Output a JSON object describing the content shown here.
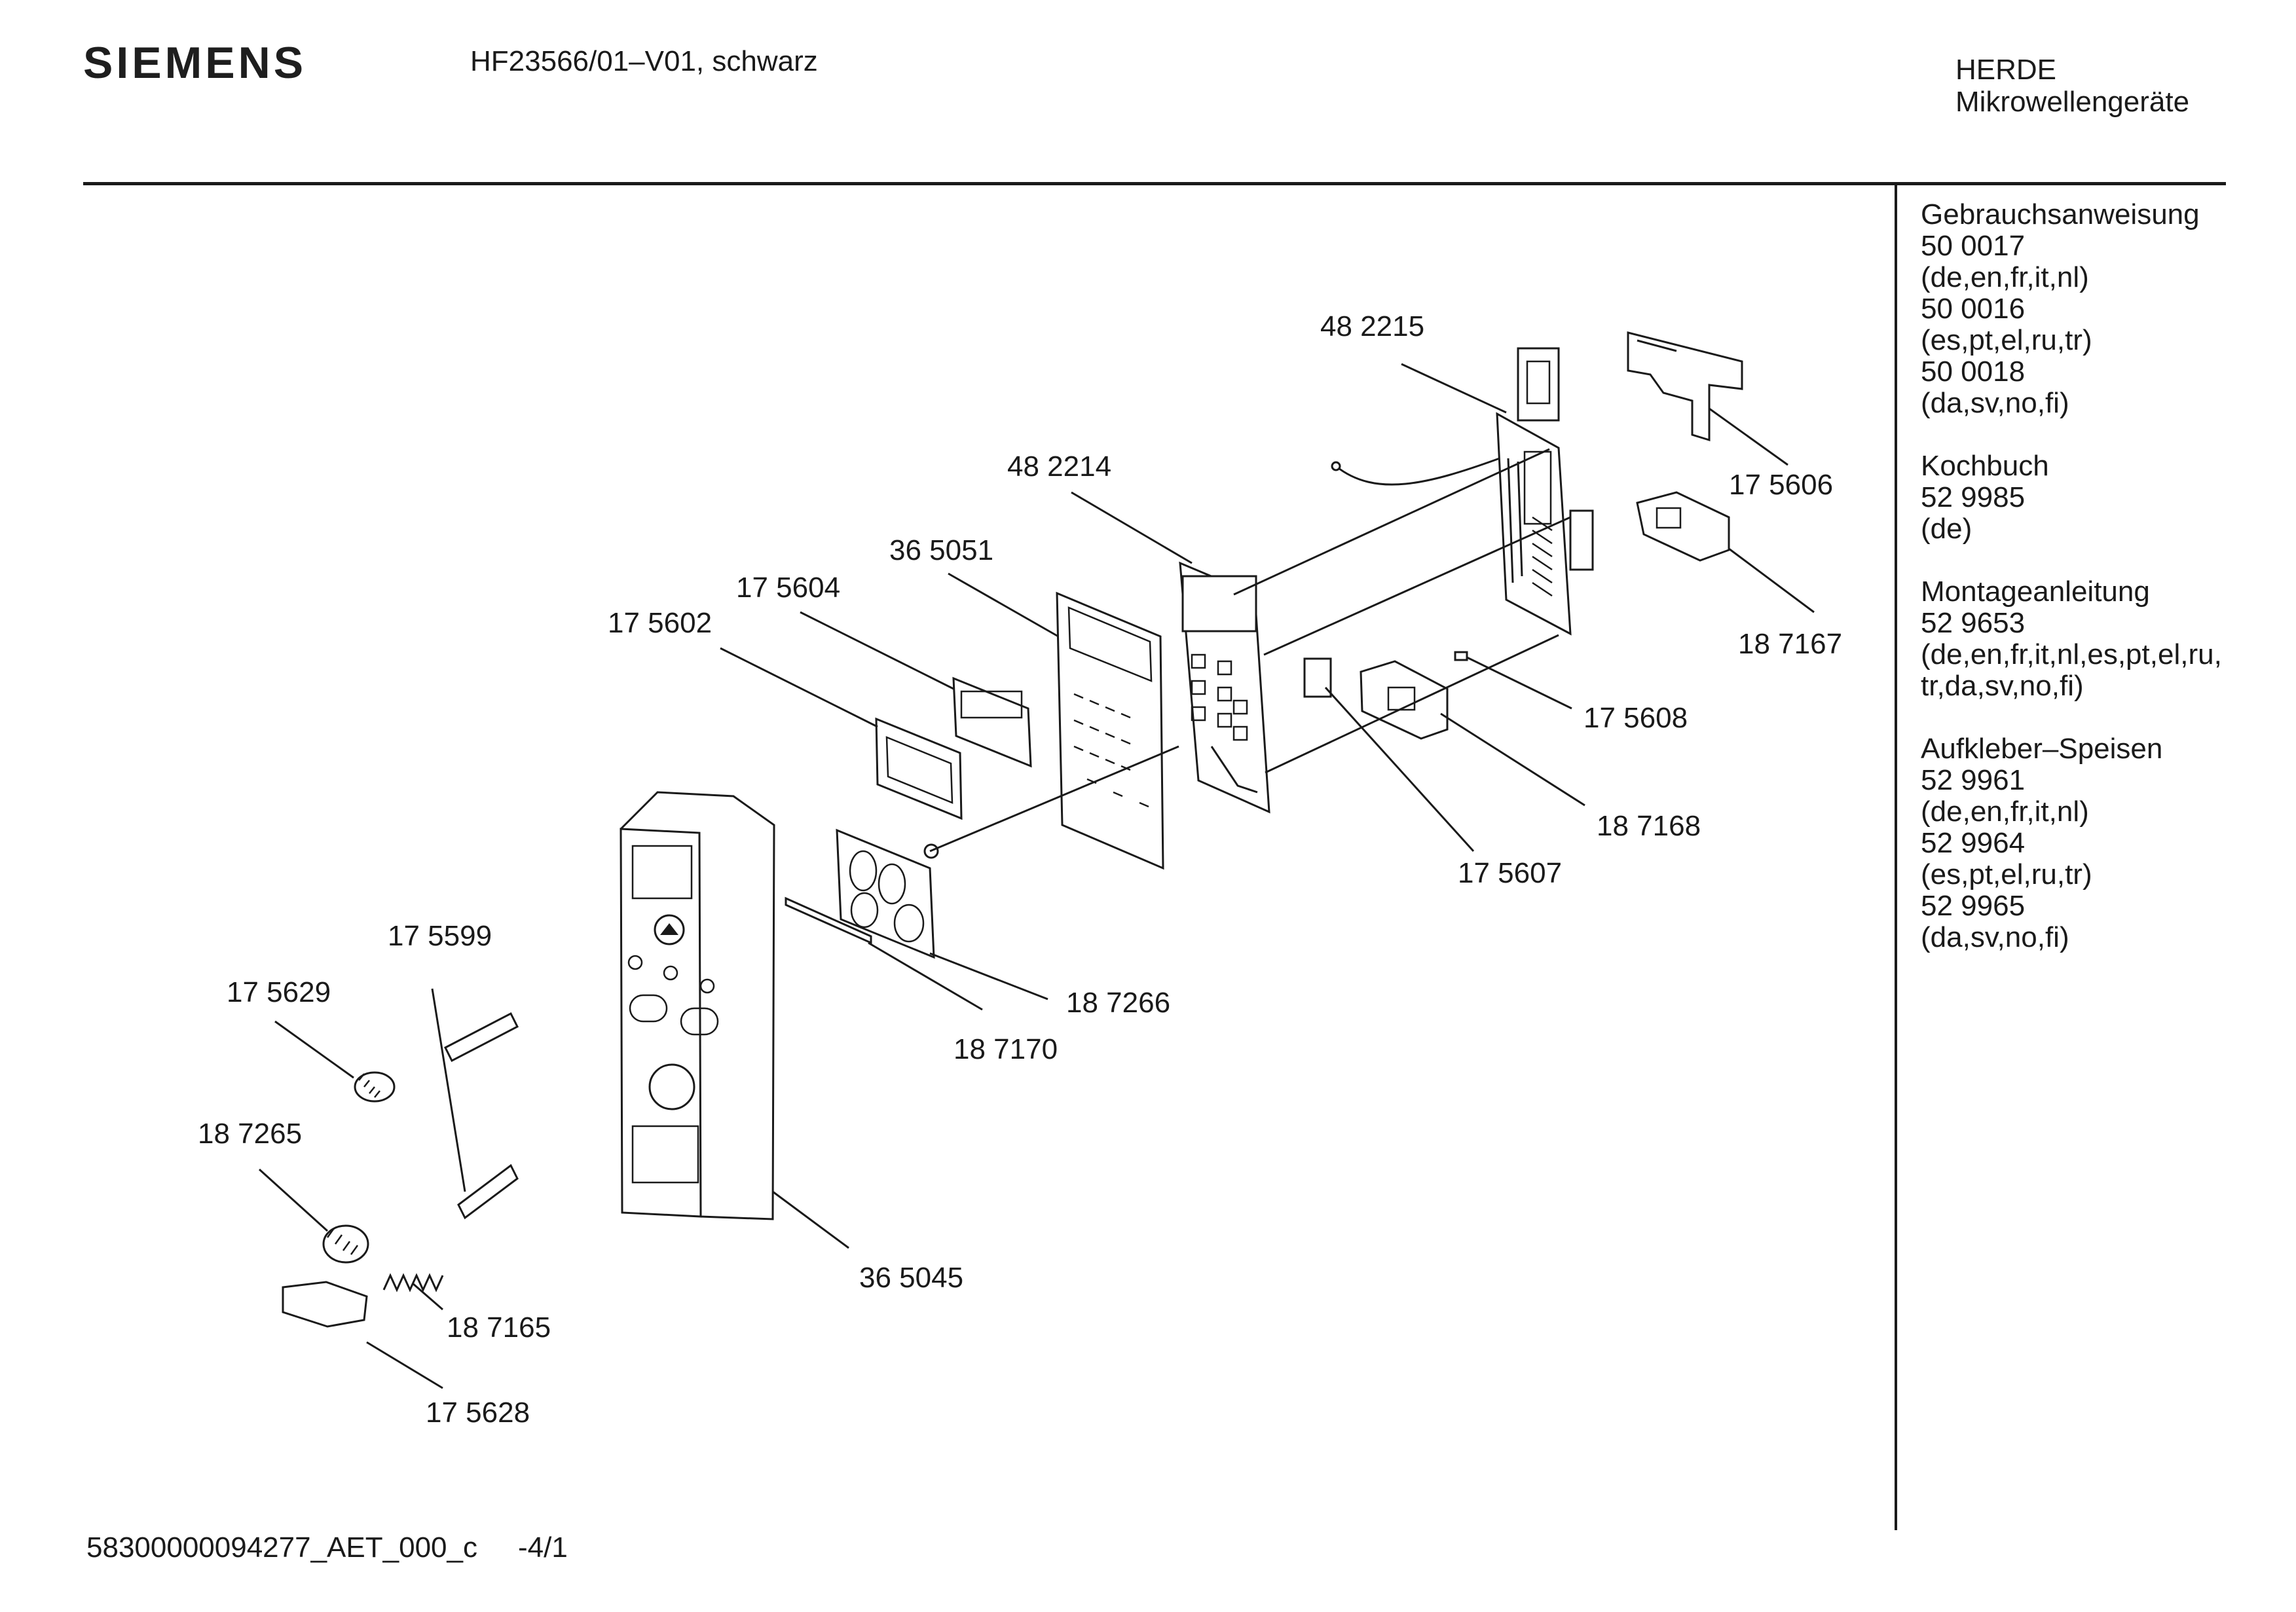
{
  "header": {
    "brand": "SIEMENS",
    "model": "HF23566/01–V01, schwarz",
    "category_line1": "HERDE",
    "category_line2": "Mikrowellengeräte"
  },
  "sidebar": [
    {
      "title": "Gebrauchsanweisung",
      "lines": [
        "50 0017",
        "(de,en,fr,it,nl)",
        "50 0016",
        "(es,pt,el,ru,tr)",
        "50 0018",
        "(da,sv,no,fi)"
      ]
    },
    {
      "title": "Kochbuch",
      "lines": [
        "52 9985",
        "(de)"
      ]
    },
    {
      "title": "Montageanleitung",
      "lines": [
        "52 9653",
        "(de,en,fr,it,nl,es,pt,el,ru,",
        "tr,da,sv,no,fi)"
      ]
    },
    {
      "title": "Aufkleber–Speisen",
      "lines": [
        "52 9961",
        "(de,en,fr,it,nl)",
        "52 9964",
        "(es,pt,el,ru,tr)",
        "52 9965",
        "(da,sv,no,fi)"
      ]
    }
  ],
  "parts": [
    "48 2215",
    "17 5606",
    "48 2214",
    "18 7167",
    "36 5051",
    "17 5604",
    "17 5602",
    "17 5608",
    "18 7168",
    "17 5607",
    "17 5599",
    "17 5629",
    "18 7266",
    "18 7170",
    "18 7265",
    "36 5045",
    "18 7165",
    "17 5628"
  ],
  "footer": {
    "doc_id": "58300000094277_AET_000_c",
    "page": "-4/1"
  }
}
